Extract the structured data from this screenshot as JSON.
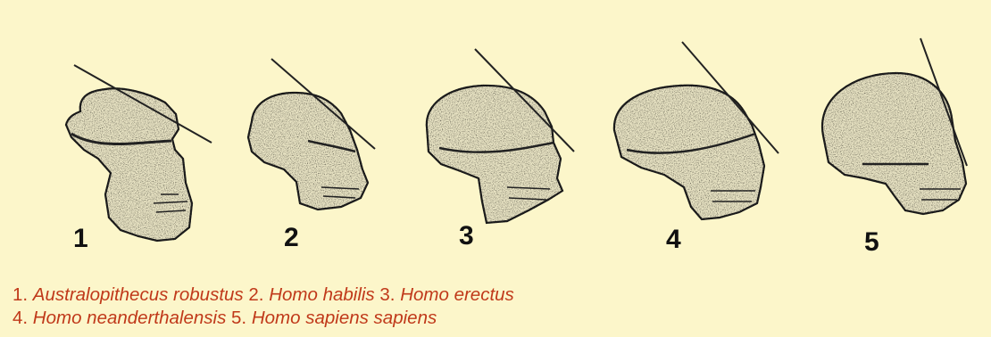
{
  "skulls": [
    {
      "number": "1",
      "species": "Australopithecus robustus"
    },
    {
      "number": "2",
      "species": "Homo habilis"
    },
    {
      "number": "3",
      "species": "Homo erectus"
    },
    {
      "number": "4",
      "species": "Homo neanderthalensis"
    },
    {
      "number": "5",
      "species": "Homo sapiens sapiens"
    }
  ],
  "caption": {
    "line1": [
      {
        "num": "1. ",
        "name": "Australopithecus robustus"
      },
      {
        "num": " 2. ",
        "name": "Homo habilis"
      },
      {
        "num": " 3. ",
        "name": "Homo erectus"
      }
    ],
    "line2": [
      {
        "num": "4. ",
        "name": "Homo neanderthalensis"
      },
      {
        "num": " 5. ",
        "name": "Homo sapiens sapiens"
      }
    ]
  },
  "colors": {
    "background": "#fcf6ca",
    "caption": "#c0391a",
    "skull_fill": "#e9e4c4",
    "ink": "#111111"
  }
}
